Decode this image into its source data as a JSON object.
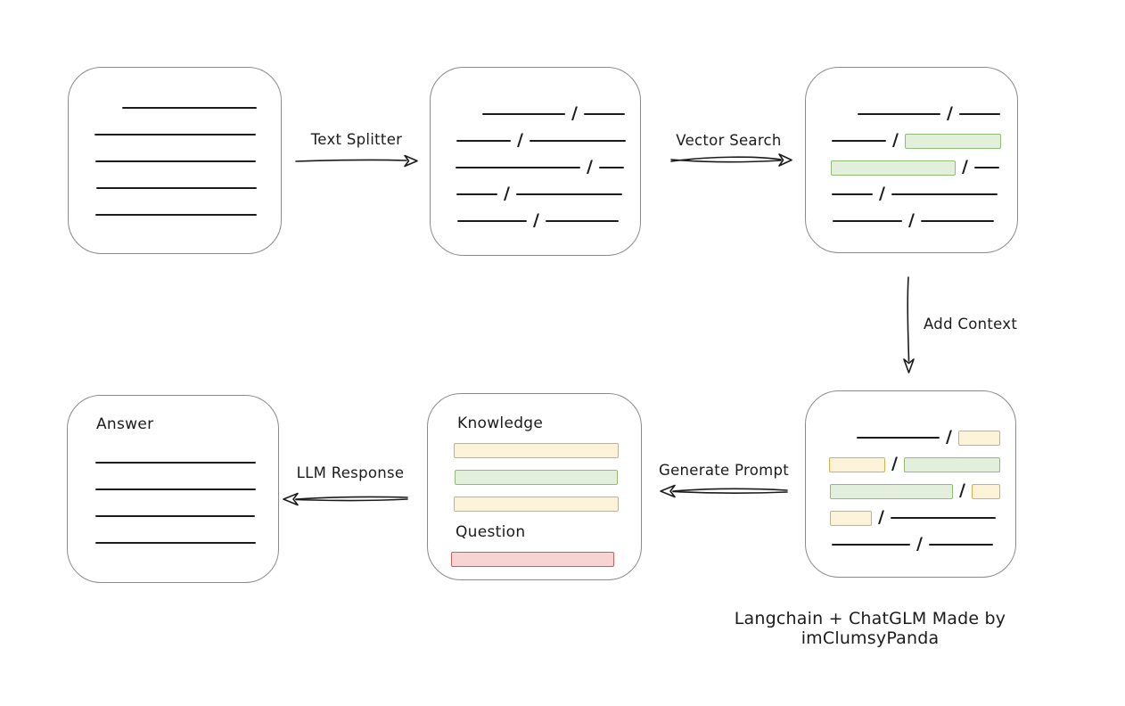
{
  "attribution": "Langchain + ChatGLM Made by imClumsyPanda",
  "arrows": {
    "text_splitter": {
      "label": "Text Splitter",
      "direction": "right"
    },
    "vector_search": {
      "label": "Vector Search",
      "direction": "right"
    },
    "add_context": {
      "label": "Add Context",
      "direction": "down"
    },
    "generate_prompt": {
      "label": "Generate Prompt",
      "direction": "left"
    },
    "llm_response": {
      "label": "LLM Response",
      "direction": "left"
    }
  },
  "colors": {
    "stroke": "#1b1b1b",
    "box_border": "#8a8a8a",
    "green_fill": "#e2efdb",
    "green_border": "#8fbc77",
    "yellow_fill": "#fcf3d9",
    "yellow_border": "#d9b04c",
    "red_fill": "#f7d4d2",
    "red_border": "#c2615d"
  },
  "boxes": {
    "document": {
      "rows": [
        {
          "indent": 60,
          "segments": [
            {
              "type": "line",
              "w": 151
            }
          ]
        },
        {
          "indent": 29,
          "segments": [
            {
              "type": "line",
              "w": 181
            }
          ]
        },
        {
          "indent": 30,
          "segments": [
            {
              "type": "line",
              "w": 180
            }
          ]
        },
        {
          "indent": 31,
          "segments": [
            {
              "type": "line",
              "w": 180
            }
          ]
        },
        {
          "indent": 30,
          "segments": [
            {
              "type": "line",
              "w": 181
            }
          ]
        }
      ]
    },
    "split_text": {
      "rows": [
        {
          "indent": 58,
          "segments": [
            {
              "type": "line",
              "w": 93
            },
            {
              "type": "slash"
            },
            {
              "type": "line",
              "w": 46
            }
          ]
        },
        {
          "indent": 29,
          "segments": [
            {
              "type": "line",
              "w": 61
            },
            {
              "type": "slash"
            },
            {
              "type": "line",
              "w": 108
            }
          ]
        },
        {
          "indent": 28,
          "segments": [
            {
              "type": "line",
              "w": 140
            },
            {
              "type": "slash"
            },
            {
              "type": "line",
              "w": 28
            }
          ]
        },
        {
          "indent": 29,
          "segments": [
            {
              "type": "line",
              "w": 46
            },
            {
              "type": "slash"
            },
            {
              "type": "line",
              "w": 119
            }
          ]
        },
        {
          "indent": 30,
          "segments": [
            {
              "type": "line",
              "w": 78
            },
            {
              "type": "slash"
            },
            {
              "type": "line",
              "w": 82
            }
          ]
        }
      ]
    },
    "vector_result": {
      "rows": [
        {
          "indent": 58,
          "segments": [
            {
              "type": "line",
              "w": 93
            },
            {
              "type": "slash"
            },
            {
              "type": "line",
              "w": 46
            }
          ]
        },
        {
          "indent": 29,
          "segments": [
            {
              "type": "line",
              "w": 61
            },
            {
              "type": "slash"
            },
            {
              "type": "bar-green",
              "w": 108
            }
          ]
        },
        {
          "indent": 28,
          "segments": [
            {
              "type": "bar-green",
              "w": 140
            },
            {
              "type": "slash"
            },
            {
              "type": "line",
              "w": 28
            }
          ]
        },
        {
          "indent": 29,
          "segments": [
            {
              "type": "line",
              "w": 46
            },
            {
              "type": "slash"
            },
            {
              "type": "line",
              "w": 119
            }
          ]
        },
        {
          "indent": 30,
          "segments": [
            {
              "type": "line",
              "w": 78
            },
            {
              "type": "slash"
            },
            {
              "type": "line",
              "w": 82
            }
          ]
        }
      ]
    },
    "context": {
      "rows": [
        {
          "indent": 57,
          "segments": [
            {
              "type": "line",
              "w": 93
            },
            {
              "type": "slash"
            },
            {
              "type": "bar-yellow",
              "w": 47
            }
          ]
        },
        {
          "indent": 26,
          "segments": [
            {
              "type": "bar-yellow",
              "w": 63
            },
            {
              "type": "slash"
            },
            {
              "type": "bar-green",
              "w": 108
            }
          ]
        },
        {
          "indent": 27,
          "segments": [
            {
              "type": "bar-green",
              "w": 138
            },
            {
              "type": "slash"
            },
            {
              "type": "bar-yellow",
              "w": 32
            }
          ]
        },
        {
          "indent": 27,
          "segments": [
            {
              "type": "bar-yellow",
              "w": 47
            },
            {
              "type": "slash"
            },
            {
              "type": "line",
              "w": 118
            }
          ]
        },
        {
          "indent": 29,
          "segments": [
            {
              "type": "line",
              "w": 88
            },
            {
              "type": "slash"
            },
            {
              "type": "line",
              "w": 72
            }
          ]
        }
      ]
    },
    "prompt": {
      "rows": [
        {
          "indent": 33,
          "segments": [
            {
              "type": "label",
              "text": "Knowledge"
            }
          ]
        },
        {
          "indent": 29,
          "segments": [
            {
              "type": "bar-yellow",
              "w": 185
            }
          ]
        },
        {
          "indent": 30,
          "segments": [
            {
              "type": "bar-green",
              "w": 183
            }
          ]
        },
        {
          "indent": 29,
          "segments": [
            {
              "type": "bar-yellow",
              "w": 185
            }
          ]
        },
        {
          "indent": 31,
          "mt": 2,
          "segments": [
            {
              "type": "label",
              "text": "Question"
            }
          ]
        },
        {
          "indent": 26,
          "segments": [
            {
              "type": "bar-red",
              "w": 183
            }
          ]
        }
      ]
    },
    "answer": {
      "rows": [
        {
          "indent": 32,
          "segments": [
            {
              "type": "label",
              "text": "Answer"
            }
          ]
        },
        {
          "indent": 31,
          "mt": 13,
          "segments": [
            {
              "type": "line",
              "w": 180
            }
          ]
        },
        {
          "indent": 31,
          "segments": [
            {
              "type": "line",
              "w": 180
            }
          ]
        },
        {
          "indent": 31,
          "segments": [
            {
              "type": "line",
              "w": 179
            }
          ]
        },
        {
          "indent": 31,
          "segments": [
            {
              "type": "line",
              "w": 180
            }
          ]
        }
      ]
    }
  }
}
